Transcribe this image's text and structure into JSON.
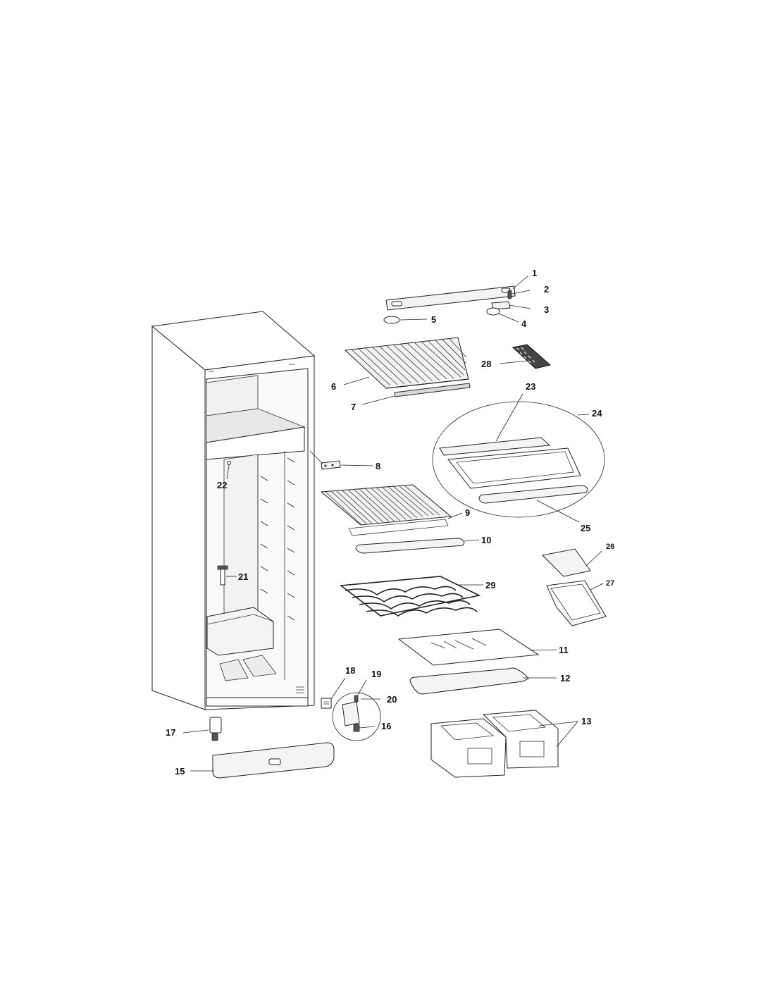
{
  "diagram": {
    "labels": {
      "p1": "1",
      "p2": "2",
      "p3": "3",
      "p4": "4",
      "p5": "5",
      "p6": "6",
      "p7": "7",
      "p8": "8",
      "p9": "9",
      "p10": "10",
      "p11": "11",
      "p12": "12",
      "p13": "13",
      "p15": "15",
      "p16": "16",
      "p17": "17",
      "p18": "18",
      "p19": "19",
      "p20": "20",
      "p21": "21",
      "p22": "22",
      "p23": "23",
      "p24": "24",
      "p25": "25",
      "p26": "26",
      "p27": "27",
      "p28": "28",
      "p29": "29"
    }
  }
}
